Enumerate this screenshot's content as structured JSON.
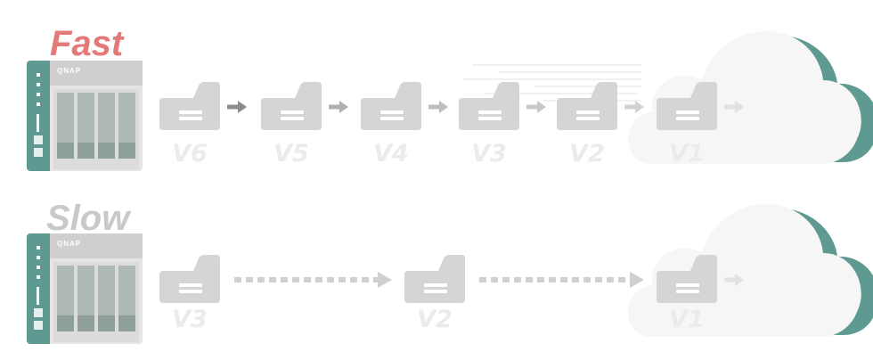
{
  "colors": {
    "fast": "#e37a78",
    "slow": "#c9c9c9",
    "folder": "#d3d3d3",
    "nas_teal": "#5f9a92",
    "cloud_back": "#5f9a92",
    "cloud_front": "#f6f6f6"
  },
  "rows": [
    {
      "id": "fast",
      "title": "Fast",
      "nas_logo": "QNAP",
      "versions": [
        "V6",
        "V5",
        "V4",
        "V3",
        "V2",
        "V1"
      ],
      "connector": "solid-arrow"
    },
    {
      "id": "slow",
      "title": "Slow",
      "nas_logo": "QNAP",
      "versions": [
        "V3",
        "V2",
        "V1"
      ],
      "connector": "dotted-arrow"
    }
  ],
  "icons": {
    "nas": "nas-device-icon",
    "folder": "folder-icon",
    "cloud": "cloud-icon"
  }
}
